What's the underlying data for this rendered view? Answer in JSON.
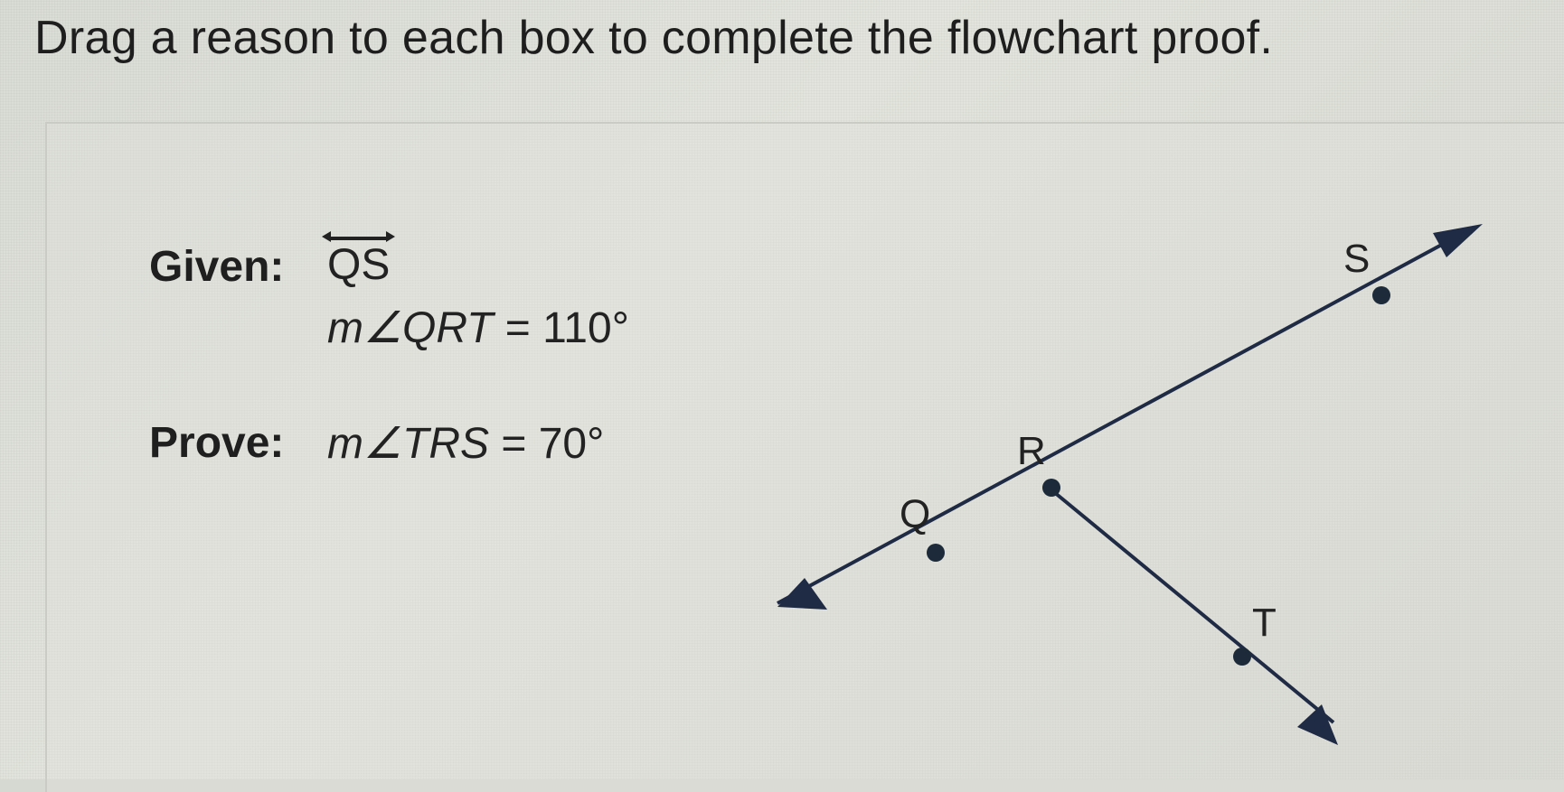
{
  "instruction": "Drag a reason to each box to complete the flowchart proof.",
  "given": {
    "label": "Given:",
    "statement_1": "QS",
    "statement_1_notation": "line",
    "statement_2_prefix": "m∠QRT",
    "statement_2_rest": " = 110°"
  },
  "prove": {
    "label": "Prove:",
    "statement_prefix": "m∠TRS",
    "statement_rest": " = 70°"
  },
  "diagram": {
    "points": {
      "S": "S",
      "R": "R",
      "Q": "Q",
      "T": "T"
    },
    "line_color": "#1f2a44",
    "point_color": "#1c2a3a"
  }
}
